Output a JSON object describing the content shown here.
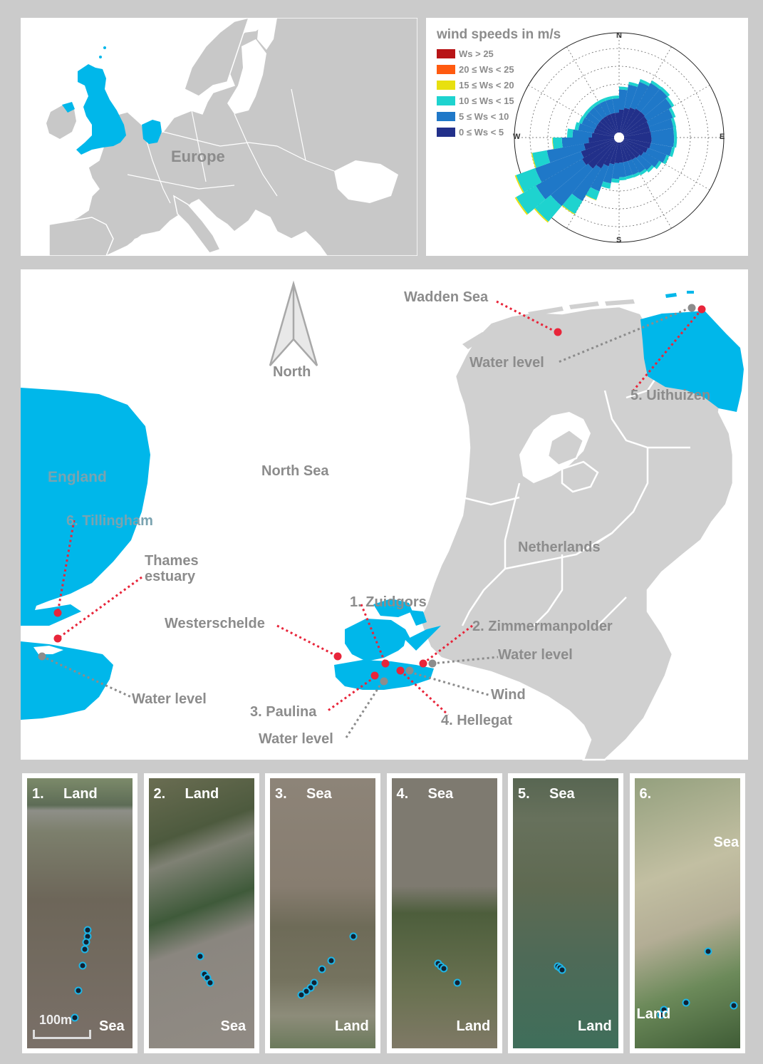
{
  "europe_map": {
    "region_label": "Europe"
  },
  "wind_rose": {
    "title": "wind speeds in m/s",
    "legend": [
      {
        "label": "Ws > 25",
        "color": "#b81416"
      },
      {
        "label": "20 ≤ Ws < 25",
        "color": "#ff5a10"
      },
      {
        "label": "15 ≤ Ws < 20",
        "color": "#e8e00f"
      },
      {
        "label": "10 ≤ Ws < 15",
        "color": "#1ed3cf"
      },
      {
        "label": "5 ≤ Ws < 10",
        "color": "#1f78c8"
      },
      {
        "label": "0 ≤ Ws < 5",
        "color": "#22308a"
      }
    ],
    "directions": {
      "n": "N",
      "e": "E",
      "s": "S",
      "w": "W"
    }
  },
  "regional_map": {
    "north_label": "North",
    "sea_label": "North Sea",
    "country_labels": {
      "england": "England",
      "netherlands": "Netherlands"
    },
    "site_labels": {
      "wadden": "Wadden Sea",
      "water_level_north": "Water level",
      "uithuizen": "5. Uithuizen",
      "tillingham": "6. Tillingham",
      "thames": "Thames\nestuary",
      "zuidgors": "1. Zuidgors",
      "zimmerman": "2. Zimmermanpolder",
      "westerschelde": "Westerschelde",
      "water_level_east": "Water level",
      "wind": "Wind",
      "water_level_england": "Water level",
      "paulina": "3. Paulina",
      "hellegat": "4. Hellegat",
      "water_level_south": "Water level"
    }
  },
  "site_panels": [
    {
      "num": "1.",
      "top": "Land",
      "bottom": "Sea",
      "scale": "100m"
    },
    {
      "num": "2.",
      "top": "Land",
      "bottom": "Sea"
    },
    {
      "num": "3.",
      "top": "Sea",
      "bottom": "Land"
    },
    {
      "num": "4.",
      "top": "Sea",
      "bottom": "Land"
    },
    {
      "num": "5.",
      "top": "Sea",
      "bottom": "Land"
    },
    {
      "num": "6.",
      "top": "Sea",
      "bottom": "Land"
    }
  ]
}
